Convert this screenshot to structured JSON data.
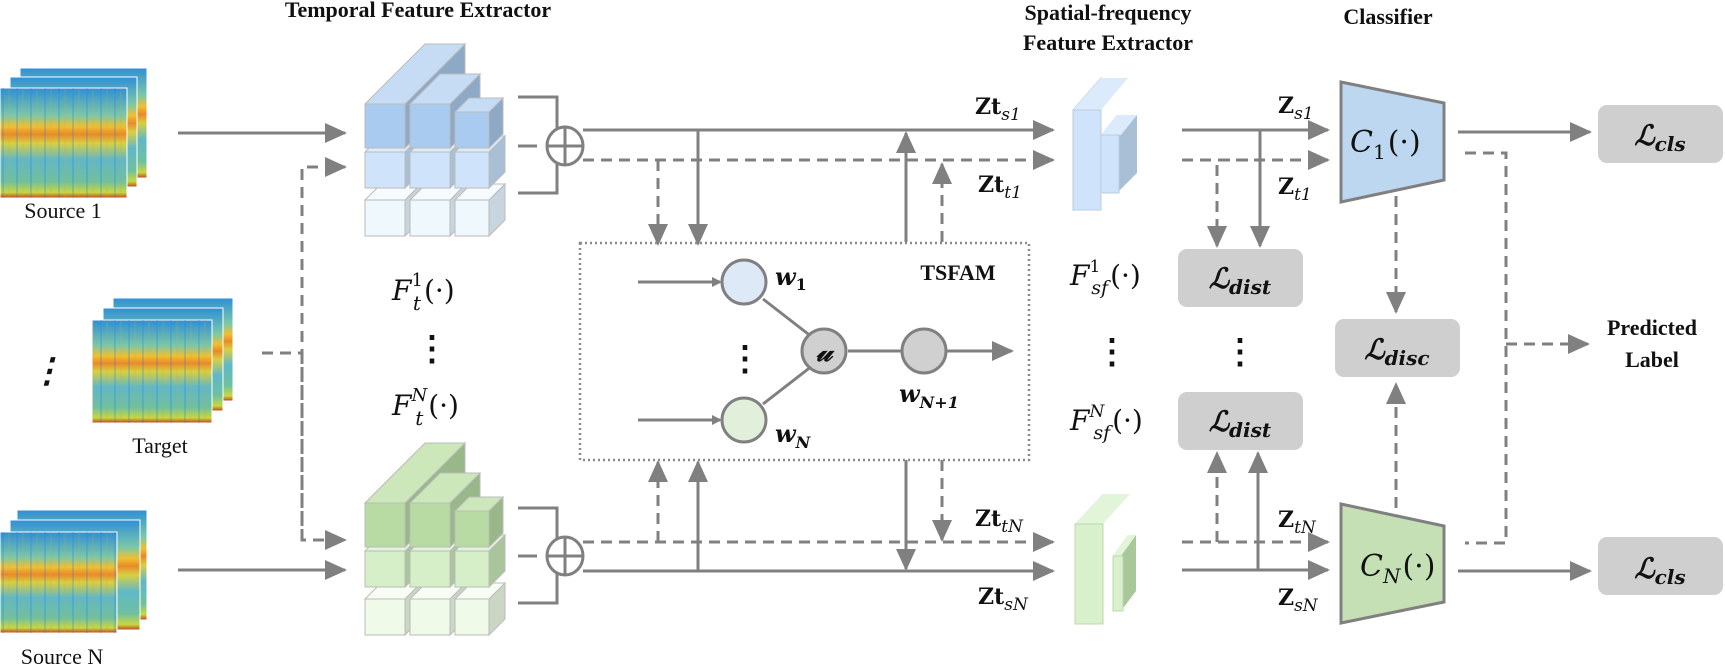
{
  "headings": {
    "temporal": "Temporal Feature Extractor",
    "spatial_line1": "Spatial-frequency",
    "spatial_line2": "Feature Extractor",
    "classifier": "Classifier"
  },
  "inputs": {
    "source1": "Source 1",
    "target": "Target",
    "sourceN": "Source N",
    "ellipsis": "⋮"
  },
  "temporal_extractors": {
    "f1": {
      "base": "F",
      "sub": "t",
      "sup": "1",
      "arg": "(·)"
    },
    "fN": {
      "base": "F",
      "sub": "t",
      "sup": "N",
      "arg": "(·)"
    },
    "ellipsis": "⋮"
  },
  "tsfam": {
    "title": "TSFAM",
    "w1": {
      "base": "w",
      "sub": "1"
    },
    "wN": {
      "base": "w",
      "sub": "N"
    },
    "wN1": {
      "base": "w",
      "sub": "N+1"
    },
    "u": "𝓊",
    "ellipsis": "⋮"
  },
  "features": {
    "zts1": {
      "base": "Zt",
      "sub": "s1"
    },
    "ztt1": {
      "base": "Zt",
      "sub": "t1"
    },
    "zttN": {
      "base": "Zt",
      "sub": "tN"
    },
    "ztsN": {
      "base": "Zt",
      "sub": "sN"
    },
    "zs1": {
      "base": "Z",
      "sub": "s1"
    },
    "zt1": {
      "base": "Z",
      "sub": "t1"
    },
    "ztN": {
      "base": "Z",
      "sub": "tN"
    },
    "zsN": {
      "base": "Z",
      "sub": "sN"
    }
  },
  "spatial_extractors": {
    "f1": {
      "base": "F",
      "sub": "sf",
      "sup": "1",
      "arg": "(·)"
    },
    "fN": {
      "base": "F",
      "sub": "sf",
      "sup": "N",
      "arg": "(·)"
    },
    "ellipsis": "⋮"
  },
  "losses": {
    "dist": {
      "base": "ℒ",
      "sub": "dist"
    },
    "disc": {
      "base": "ℒ",
      "sub": "disc"
    },
    "cls": {
      "base": "ℒ",
      "sub": "cls"
    },
    "ellipsis": "⋮"
  },
  "classifiers": {
    "c1": {
      "base": "C",
      "sub": "1",
      "arg": "(·)"
    },
    "cN": {
      "base": "C",
      "sub": "N",
      "arg": "(·)"
    }
  },
  "output": {
    "line1": "Predicted",
    "line2": "Label"
  },
  "colors": {
    "blue_branch": "#bcd7ef",
    "green_branch": "#c5e0b4",
    "arrow_gray": "#808080",
    "loss_box": "#d0cfd0",
    "w1_node": "#dde9f6",
    "wN_node": "#e2efda",
    "u_node": "#d0d0d0"
  }
}
